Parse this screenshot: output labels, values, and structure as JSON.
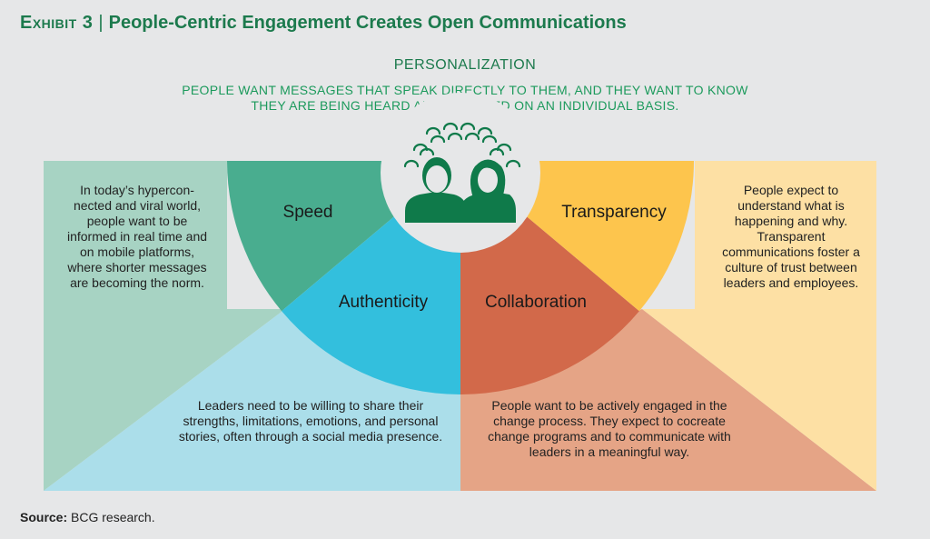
{
  "header": {
    "exhibit": "Exhibit 3",
    "title": "People-Centric Engagement Creates Open Communications"
  },
  "center": {
    "heading": "PERSONALIZATION",
    "subtext": "PEOPLE WANT MESSAGES THAT SPEAK DIRECTLY TO THEM, AND THEY WANT TO KNOW THEY ARE BEING HEARD AND ENGAGED ON AN INDIVIDUAL BASIS.",
    "icon": "people-crowd-icon"
  },
  "segments": {
    "speed": "Speed",
    "authenticity": "Authenticity",
    "collaboration": "Collaboration",
    "transparency": "Transparency"
  },
  "panels": {
    "speed": "In today’s hypercon-nected and viral world, people want to be informed in real time and on mobile platforms, where shorter messages are becoming the norm.",
    "authenticity": "Leaders need to be willing to share their strengths, limitations, emotions, and personal stories, often through a social media presence.",
    "collaboration": "People want to be actively engaged in the change process. They expect to cocreate change programs and to communicate with leaders in a meaningful way.",
    "transparency": "People expect to understand what is happening and why. Transparent communications foster a culture of trust between leaders and employees."
  },
  "source": {
    "label": "Source:",
    "text": "BCG research."
  },
  "colors": {
    "title": "#1c7a4d",
    "speed_light": "#a7d3c3",
    "speed": "#49ad8f",
    "authenticity_light": "#abdeea",
    "authenticity": "#33bfdd",
    "collaboration_light": "#e5a486",
    "collaboration": "#d2694a",
    "transparency_light": "#fde0a4",
    "transparency": "#fdc54d",
    "icon": "#0f7a4a"
  }
}
